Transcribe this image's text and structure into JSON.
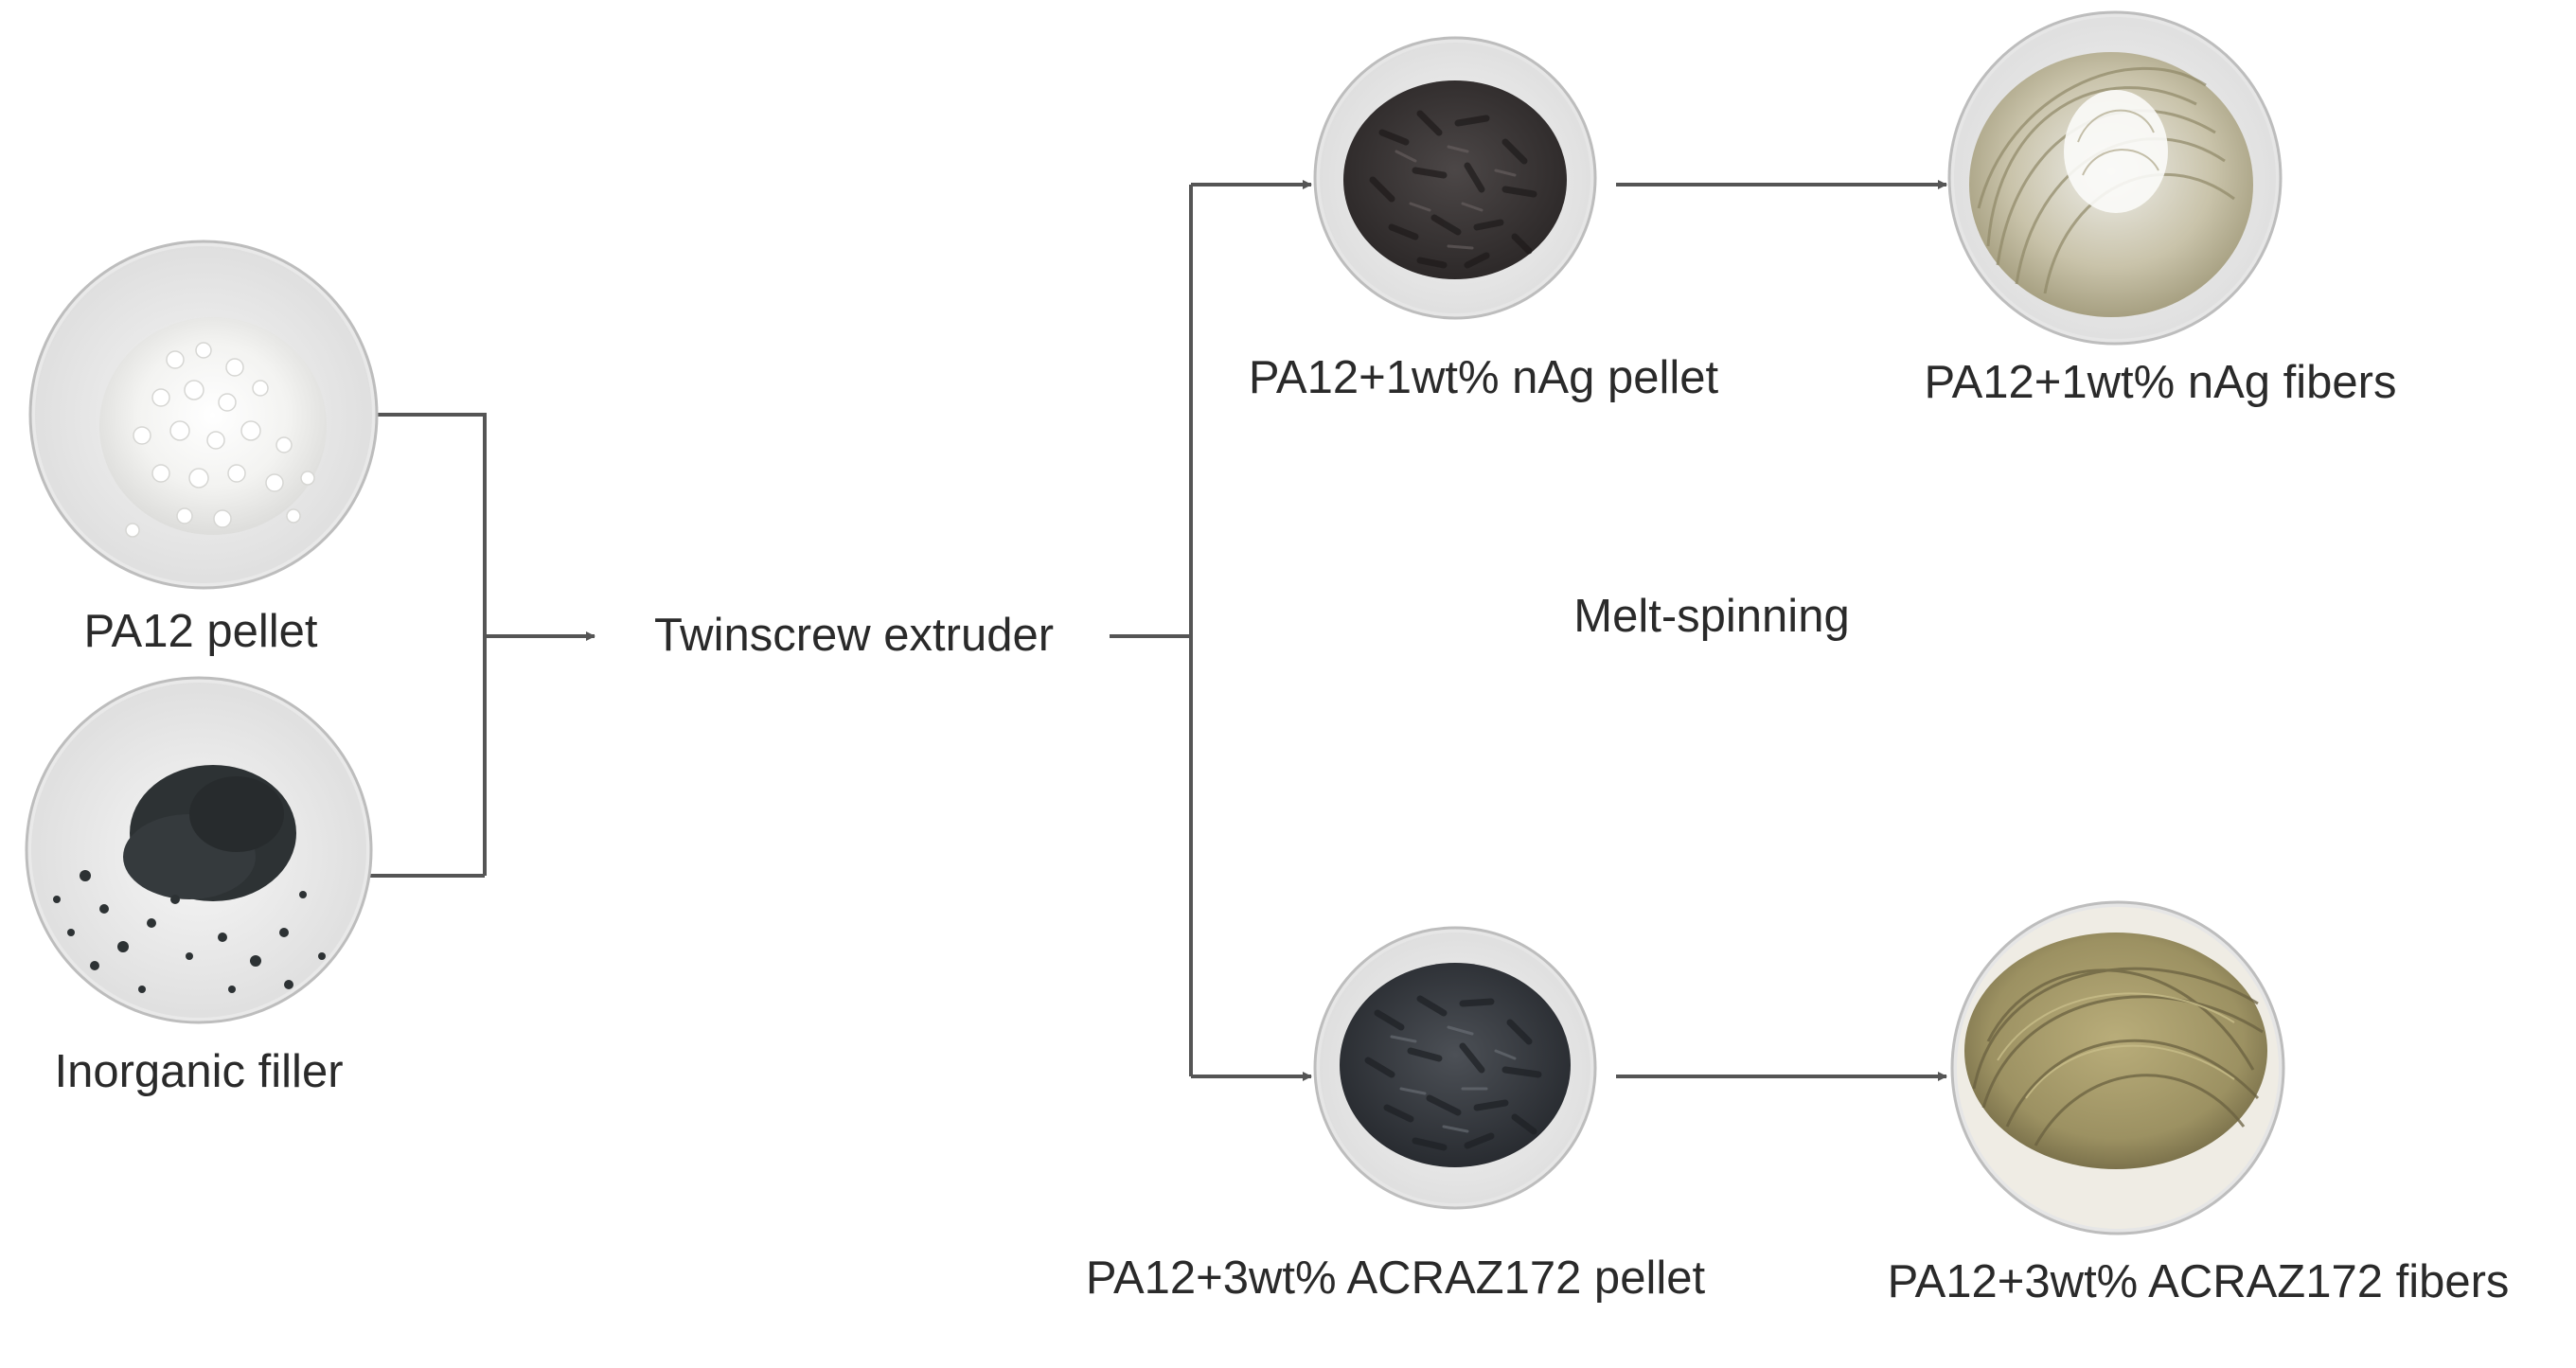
{
  "diagram": {
    "nodes": {
      "pa12_pellet": {
        "label": "PA12 pellet"
      },
      "inorganic_filler": {
        "label": "Inorganic filler"
      },
      "extruder": {
        "label": "Twinscrew extruder"
      },
      "nag_pellet": {
        "label": "PA12+1wt% nAg pellet"
      },
      "nag_fibers": {
        "label": "PA12+1wt% nAg fibers"
      },
      "acraz_pellet": {
        "label": "PA12+3wt% ACRAZ172 pellet"
      },
      "acraz_fibers": {
        "label": "PA12+3wt% ACRAZ172 fibers"
      }
    },
    "process_label": "Melt-spinning"
  },
  "colors": {
    "line": "#555555",
    "background": "#ffffff",
    "pa12_pellet": "#f2f2ef",
    "inorganic_filler": "#2d3234",
    "nag_pellet": "#3f3a39",
    "acraz_pellet": "#3a3d42",
    "nag_fibers": "#c9c3aa",
    "acraz_fibers": "#a69c6e"
  }
}
